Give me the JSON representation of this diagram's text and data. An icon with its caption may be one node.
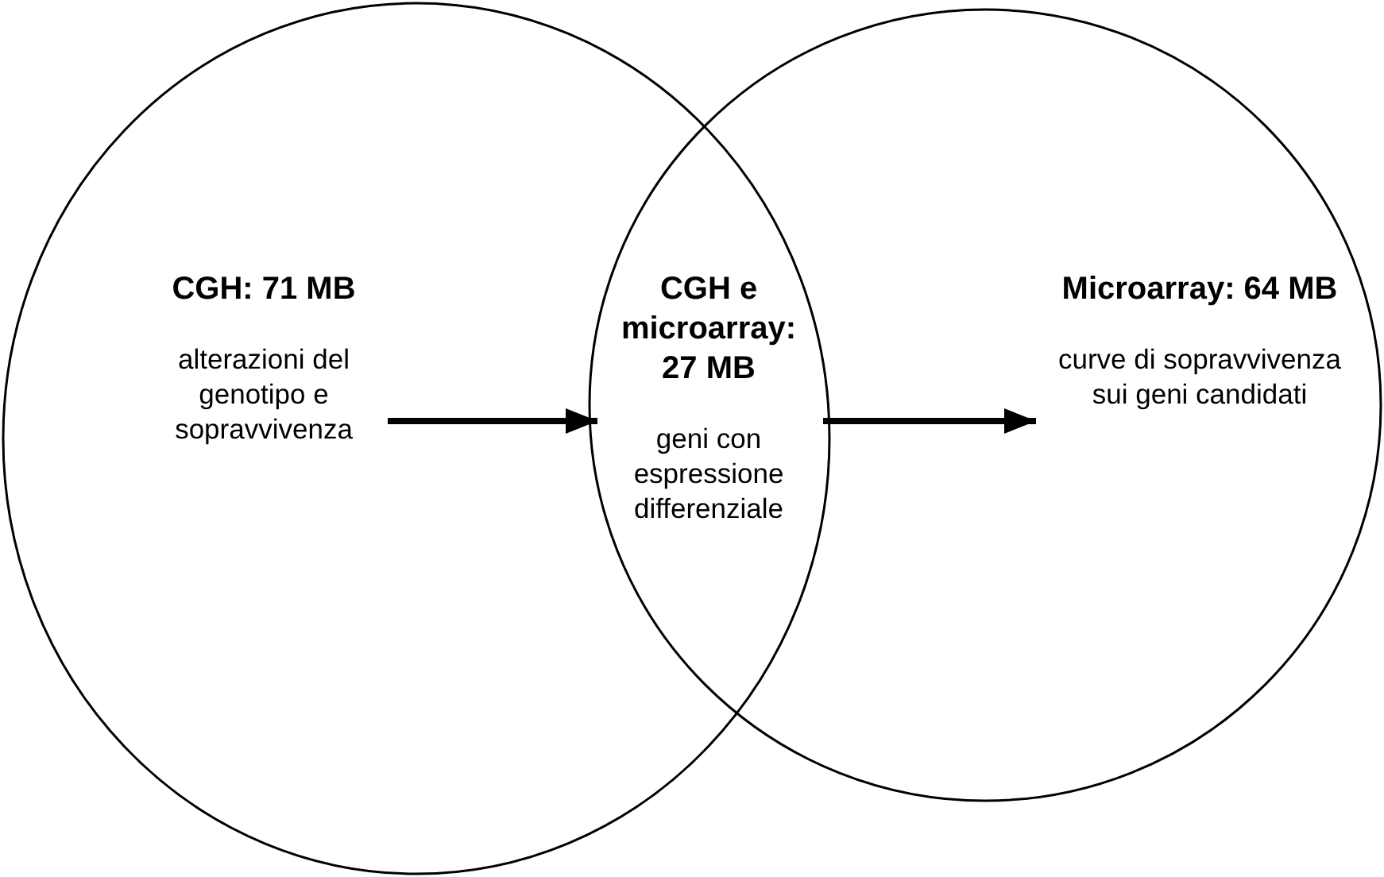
{
  "diagram": {
    "nodes": [
      {
        "text": [
          "CGH: 71 MB",
          "alterazioni del genotipo e sopravvivenza"
        ]
      },
      {
        "text": [
          "CGH e microarray: 27 MB",
          "geni con espressione differenziale"
        ]
      },
      {
        "text": [
          "Microarray: 64 MB",
          "curve di sopravvivenza sui geni candidati"
        ]
      }
    ],
    "edges": [
      {
        "from": 0,
        "to": 1,
        "arrow": "to"
      },
      {
        "from": 1,
        "to": 2,
        "arrow": "to"
      }
    ]
  }
}
